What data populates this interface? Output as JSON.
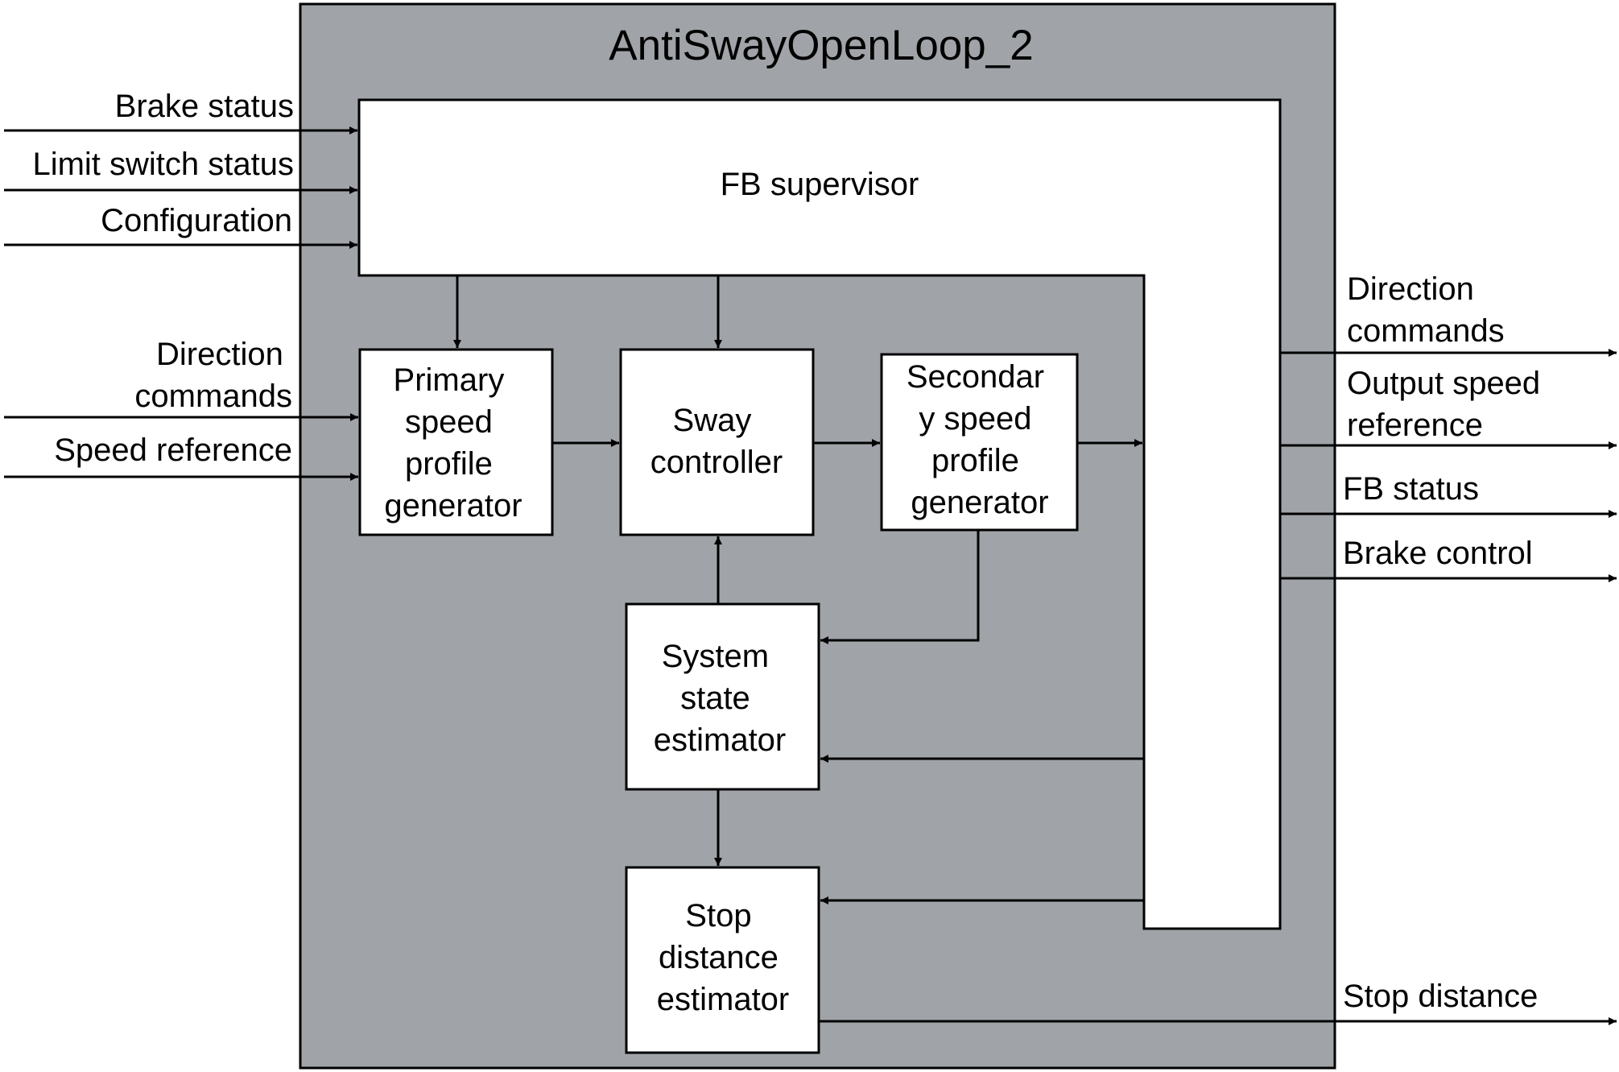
{
  "diagram": {
    "title": "AntiSwayOpenLoop_2",
    "colors": {
      "container": "#a0a3a7",
      "block": "#ffffff",
      "line": "#000000"
    },
    "supervisor_label": "FB supervisor",
    "blocks": {
      "primary": [
        "Primary",
        "speed",
        "profile",
        "generator"
      ],
      "sway": [
        "Sway",
        "controller"
      ],
      "secondary": [
        "Secondar",
        "y speed",
        "profile",
        "generator"
      ],
      "estimator": [
        "System",
        "state",
        "estimator"
      ],
      "stop": [
        "Stop",
        "distance",
        "estimator"
      ]
    },
    "inputs": {
      "brake_status": "Brake status",
      "limit_switch_status": "Limit switch status",
      "configuration": "Configuration",
      "direction_commands": [
        "Direction",
        "commands"
      ],
      "speed_reference": "Speed reference"
    },
    "outputs": {
      "direction_commands": [
        "Direction",
        "commands"
      ],
      "output_speed_reference": [
        "Output speed",
        "reference"
      ],
      "fb_status": "FB status",
      "brake_control": "Brake control",
      "stop_distance": "Stop distance"
    }
  }
}
